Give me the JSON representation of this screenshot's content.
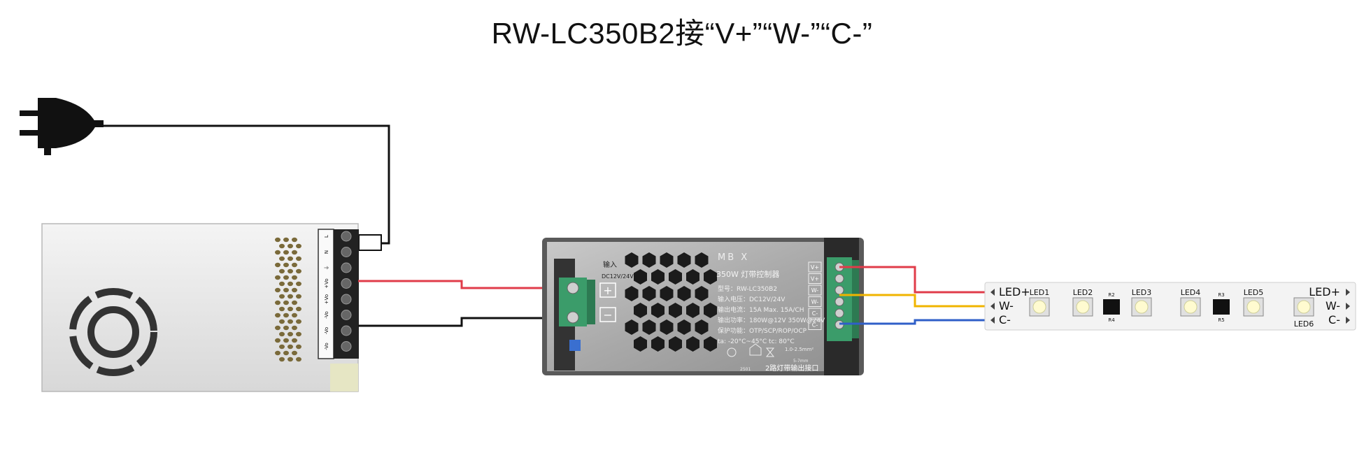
{
  "title": "RW-LC350B2接“V+”“W-”“C-”",
  "psu": {
    "terminals": [
      "L",
      "N",
      "⏚",
      "+Vo",
      "+Vo",
      "-Vo",
      "-Vo",
      "-Vo"
    ]
  },
  "controller": {
    "brand": "MB X",
    "input_label": "输入",
    "input_voltage": "DC12V/24V",
    "name": "350W 灯带控制器",
    "specs": [
      "型号：RW-LC350B2",
      "输入电压：DC12V/24V",
      "输出电流：15A Max. 15A/CH",
      "输出功率：180W@12V 350W@24V",
      "保护功能：OTP/SCP/ROP/OCP",
      "ta: -20°C~45°C  tc: 80°C"
    ],
    "output_label": "2路灯带输出接口",
    "wire_label": "1.0-2.5mm²",
    "strip_label": "5-7mm",
    "code": "2501",
    "out_terminals": [
      "V+",
      "V+",
      "W-",
      "W-",
      "C-",
      "C-"
    ],
    "in_plus": "+",
    "in_minus": "−"
  },
  "strip": {
    "left_labels": [
      "LED+",
      "W-",
      "C-"
    ],
    "right_labels": [
      "LED+",
      "W-",
      "C-"
    ],
    "leds": [
      "LED1",
      "LED2",
      "LED3",
      "LED4",
      "LED5",
      "LED6"
    ],
    "resistors": [
      "R2",
      "R4",
      "R3",
      "R5"
    ]
  },
  "wire_colors": {
    "red": "#e03c4a",
    "black": "#1a1a1a",
    "yellow": "#f0b400",
    "blue": "#2f5fc8"
  }
}
